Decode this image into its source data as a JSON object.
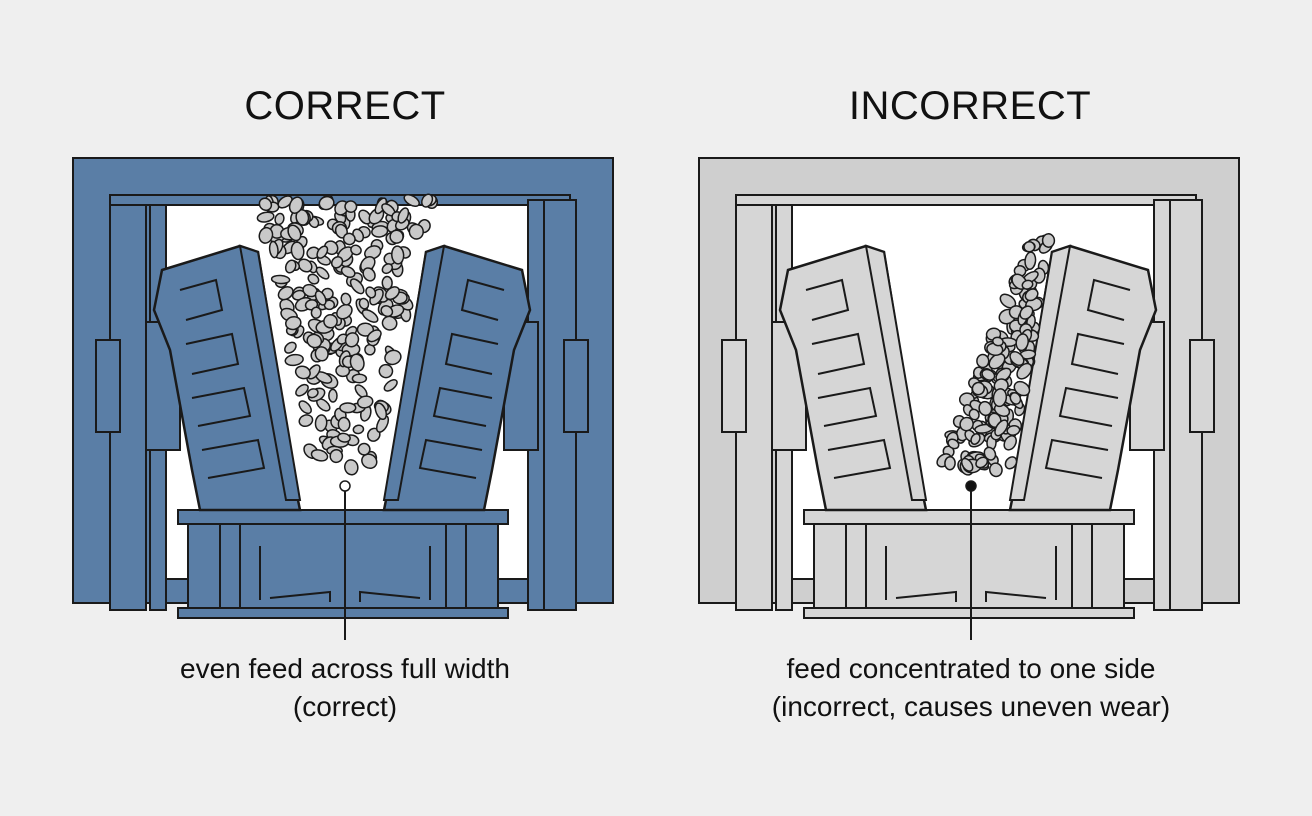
{
  "panels": [
    {
      "title": "CORRECT",
      "caption_line1": "even feed across full width",
      "caption_line2": "(correct)",
      "frame_color": "#5a7ea6",
      "dot_color": "#ffffff"
    },
    {
      "title": "INCORRECT",
      "caption_line1": "feed concentrated to one side",
      "caption_line2": "(incorrect, causes uneven wear)",
      "frame_color": "#cfcfcf",
      "dot_color": "#111111"
    }
  ],
  "colors": {
    "background": "#efefef",
    "stone_fill": "#c9c9c9",
    "inner_bg": "#ffffff",
    "outline": "#1a1a1a"
  }
}
